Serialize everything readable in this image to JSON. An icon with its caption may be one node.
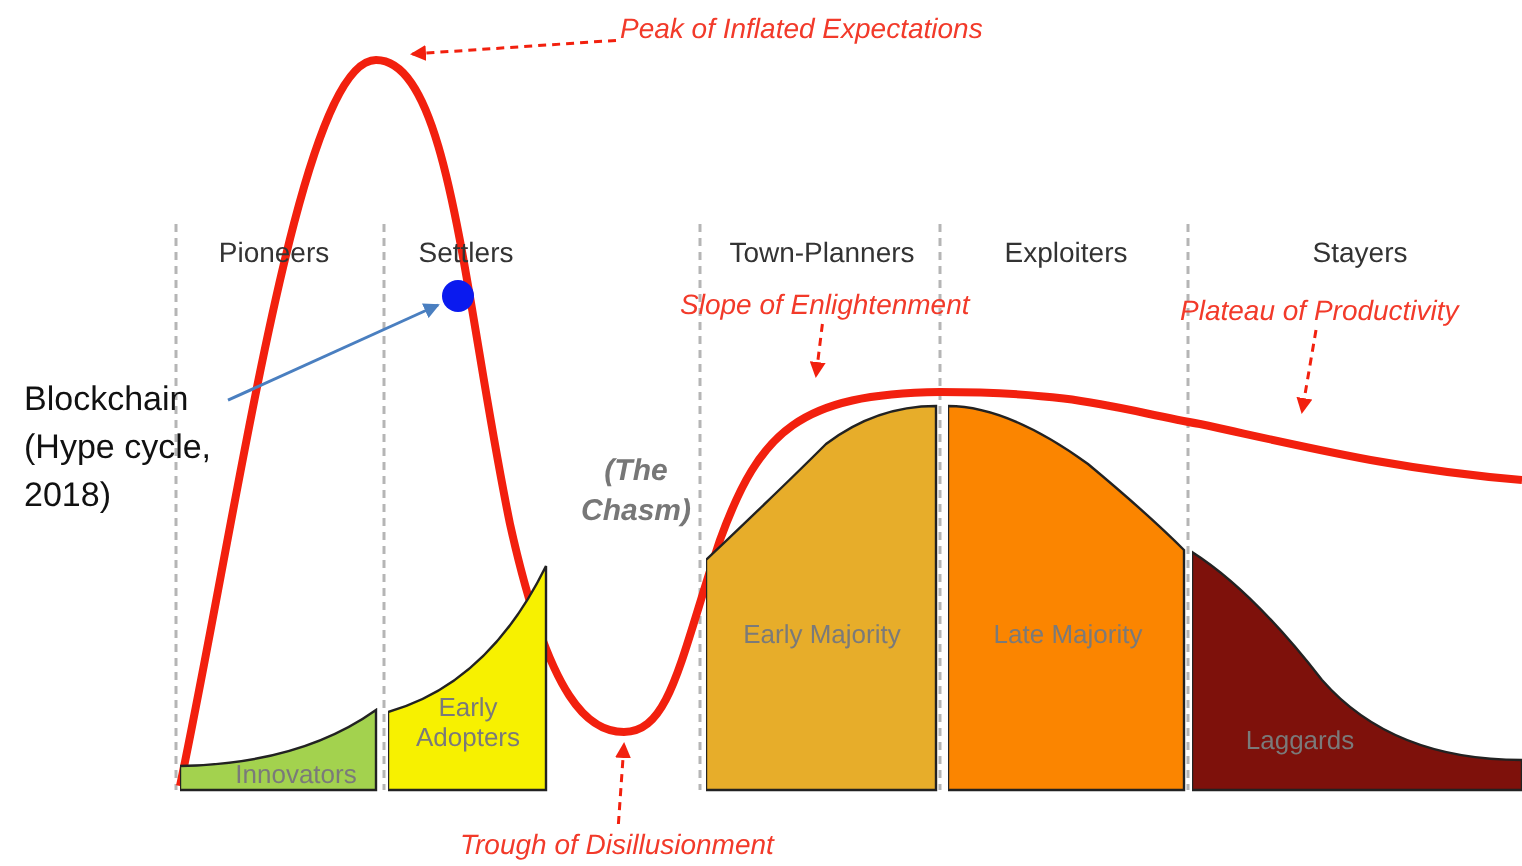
{
  "diagram": {
    "nodes": [
      {
        "text": [
          "Peak of Inflated Expectations"
        ]
      },
      {
        "text": [
          "Slope of Enlightenment"
        ]
      },
      {
        "text": [
          "Plateau of Productivity"
        ]
      },
      {
        "text": [
          "Trough of Disillusionment"
        ]
      },
      {
        "text": [
          "Blockchain (Hype cycle, 2018)"
        ]
      },
      {
        "text": [],
        "shape": "circle"
      },
      {
        "text": [
          "Innovators"
        ]
      },
      {
        "text": [
          "Early Adopters"
        ]
      },
      {
        "text": [
          "Early Majority"
        ]
      },
      {
        "text": [
          "Late Majority"
        ]
      },
      {
        "text": [
          "Laggards"
        ]
      }
    ],
    "edges": [
      {
        "from": 0,
        "to": null,
        "arrow": "to",
        "style": "dashed"
      },
      {
        "from": 1,
        "to": null,
        "arrow": "to",
        "style": "dashed"
      },
      {
        "from": 2,
        "to": null,
        "arrow": "to",
        "style": "dashed"
      },
      {
        "from": 3,
        "to": null,
        "arrow": "to",
        "style": "dashed"
      },
      {
        "from": 4,
        "to": 5,
        "arrow": "to",
        "color": "#4a7fc0"
      }
    ],
    "labels": [
      "Pioneers",
      "Settlers",
      "Town-Planners",
      "Exploiters",
      "Stayers",
      "(The Chasm)"
    ]
  }
}
